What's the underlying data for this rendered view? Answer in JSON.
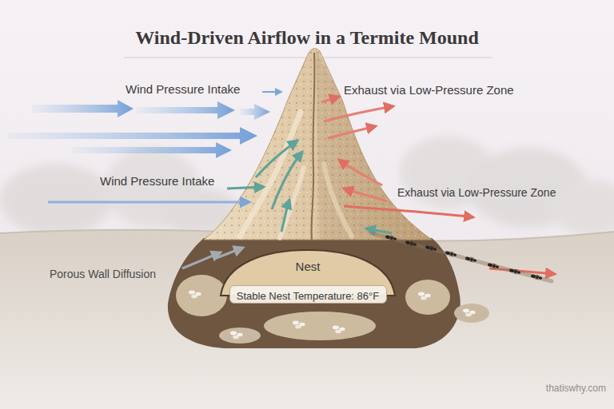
{
  "diagram": {
    "title": "Wind-Driven Airflow in a Termite Mound",
    "nodes": [
      {
        "text": [
          "Nest"
        ]
      },
      {
        "text": [
          "Stable Nest Temperature: 86°F"
        ],
        "in": 0
      }
    ],
    "labels": [
      "Wind Pressure Intake",
      "Exhaust via Low-Pressure Zone",
      "Wind Pressure Intake",
      "Exhaust via Low-Pressure Zone",
      "Porous Wall Diffusion",
      "thatiswhy.com"
    ]
  }
}
